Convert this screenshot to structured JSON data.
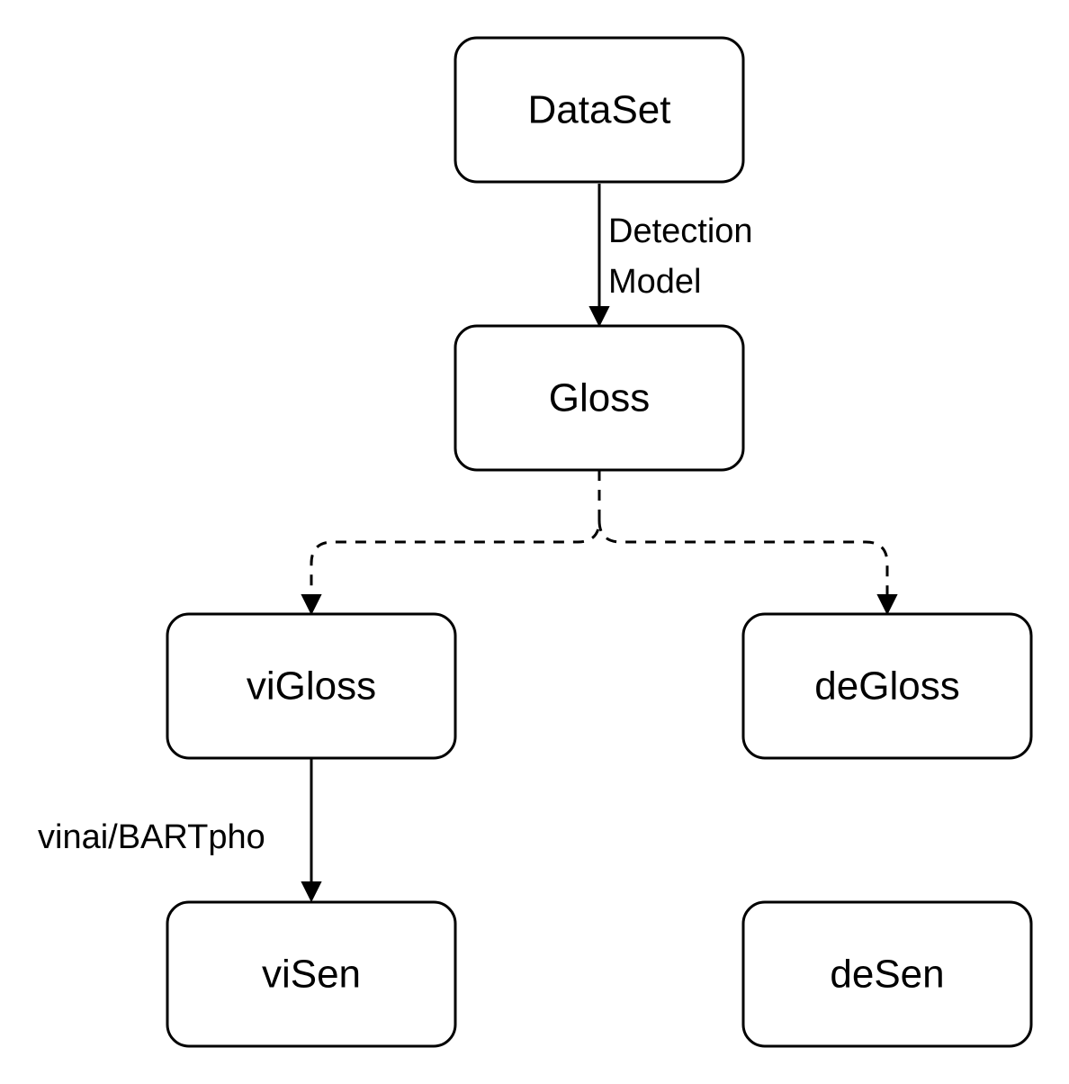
{
  "nodes": {
    "dataset": "DataSet",
    "gloss": "Gloss",
    "vigloss": "viGloss",
    "degloss": "deGloss",
    "visen": "viSen",
    "desen": "deSen"
  },
  "edges": {
    "detection_line1": "Detection",
    "detection_line2": "Model",
    "bartpho": "vinai/BARTpho"
  }
}
